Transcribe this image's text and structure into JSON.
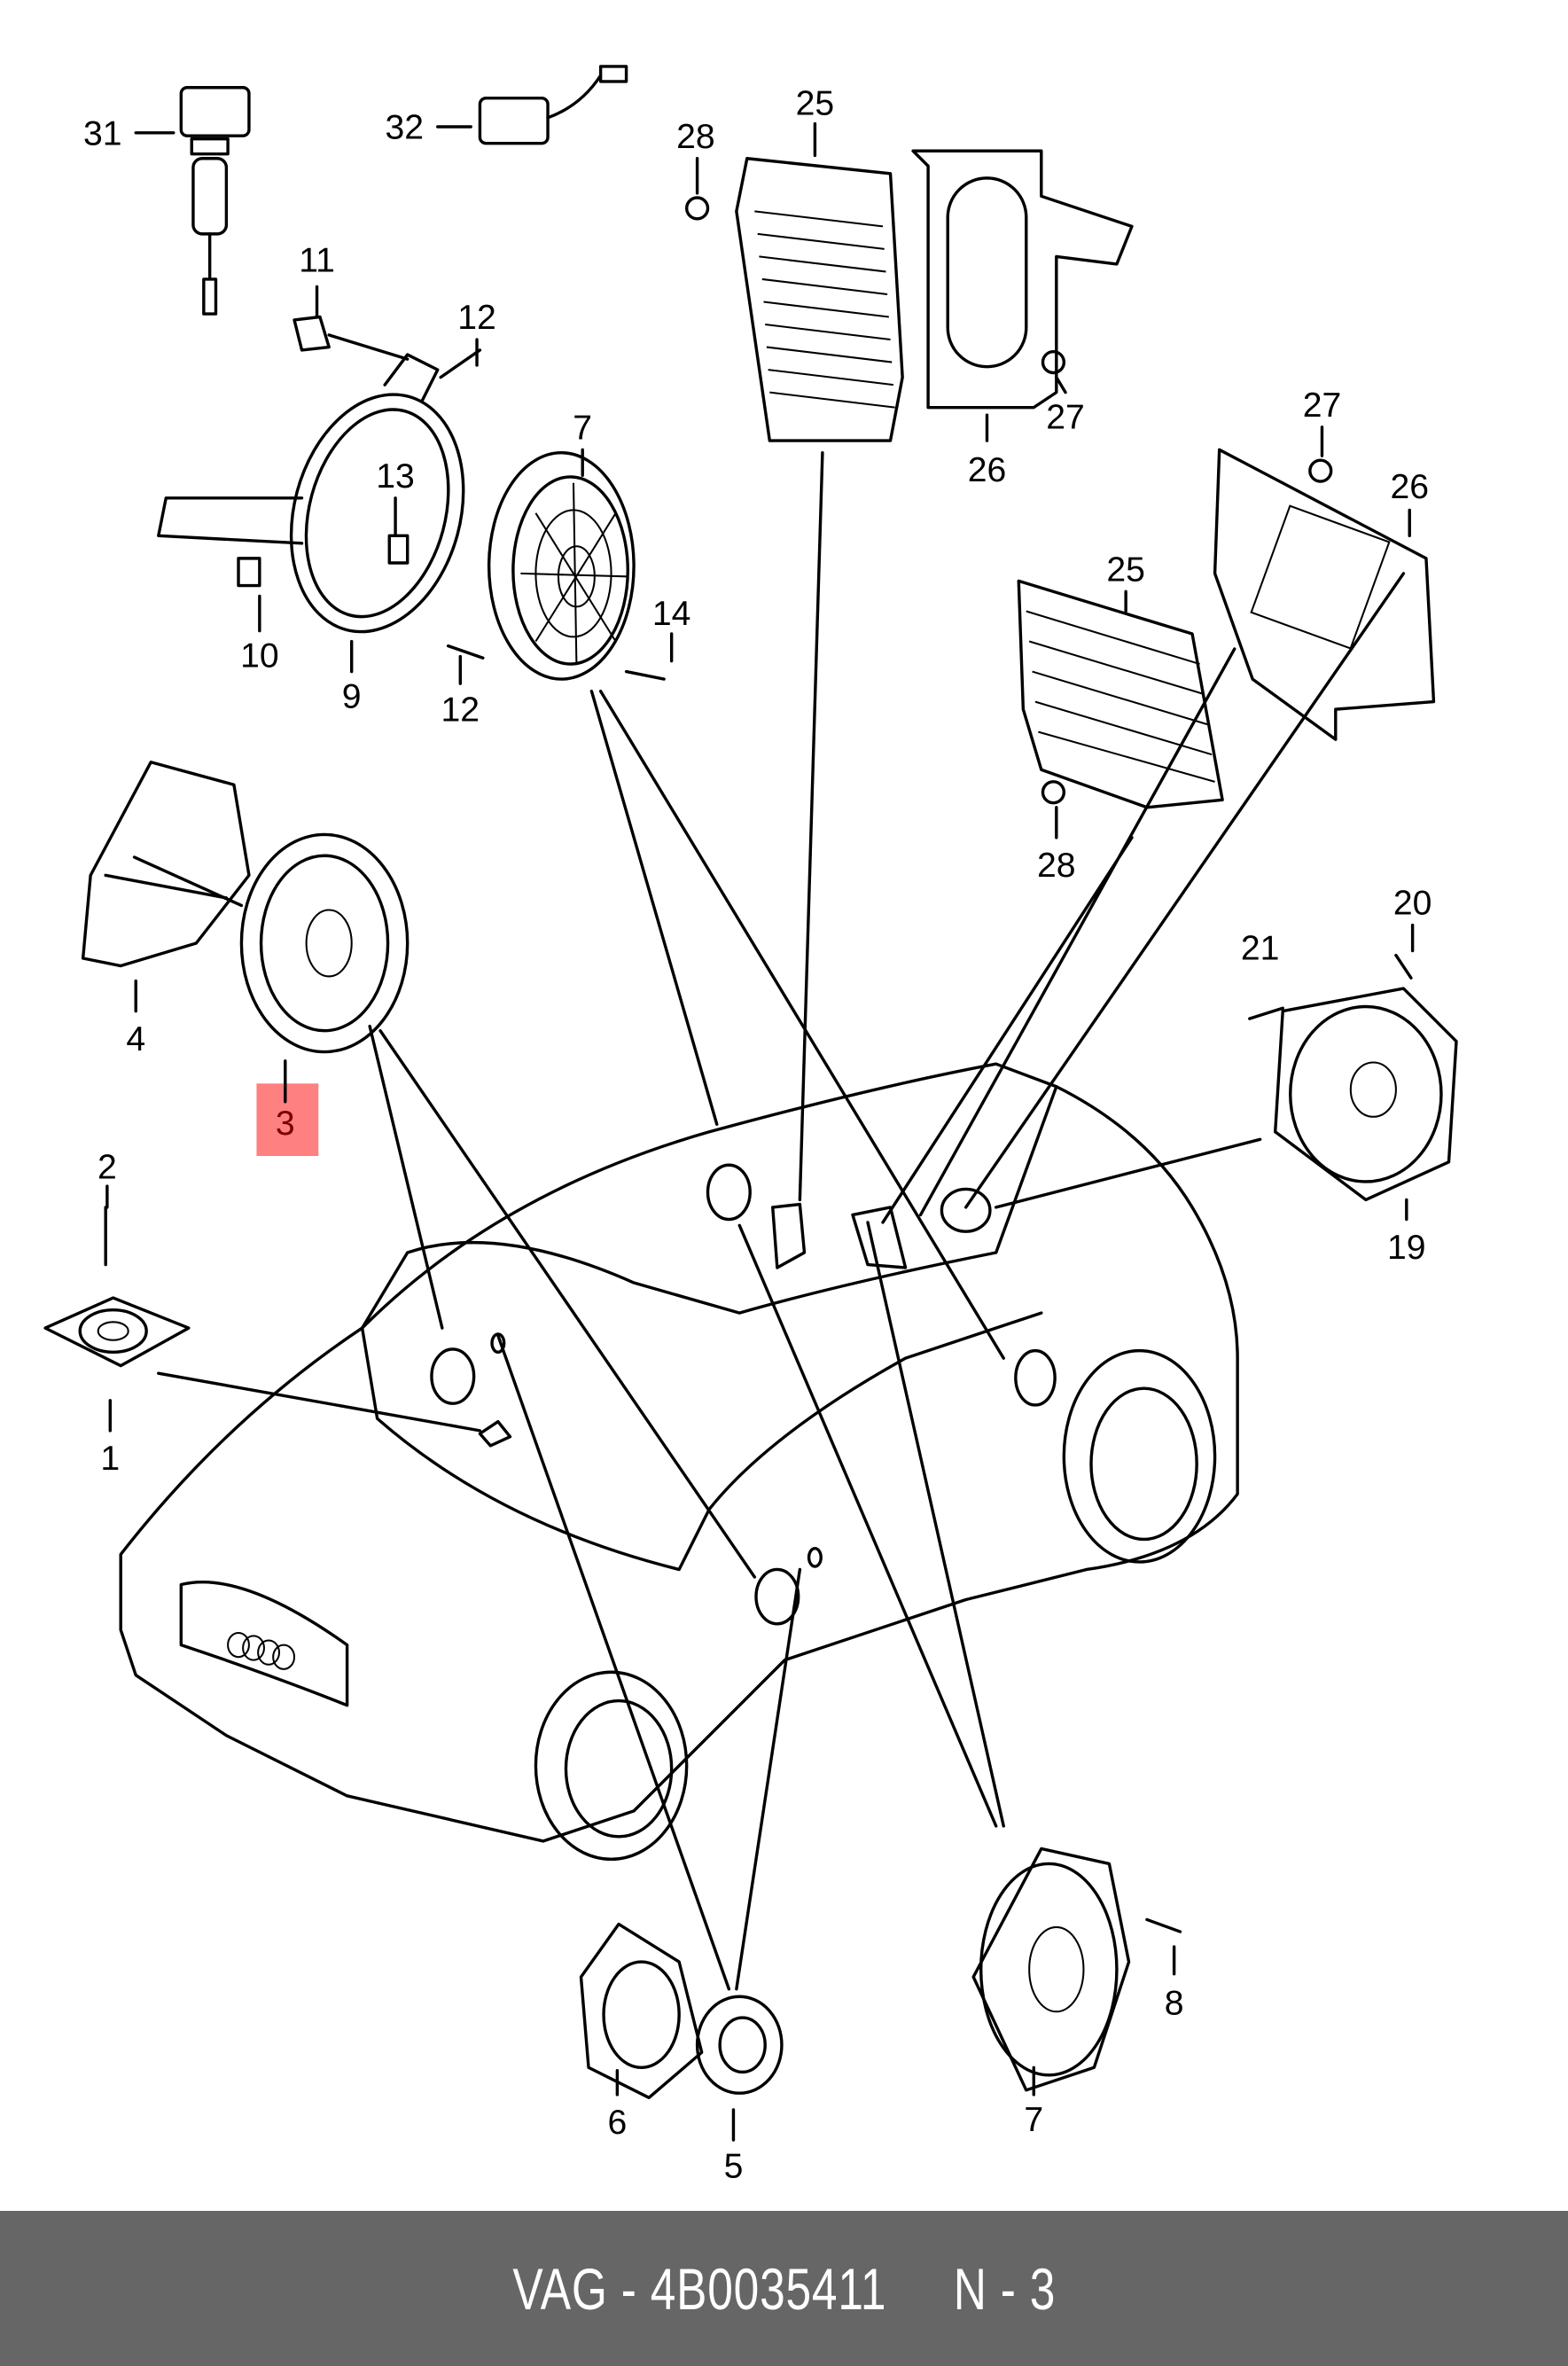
{
  "diagram": {
    "highlight_color": "#ff8080",
    "highlighted_part": "3",
    "labels": [
      "31",
      "32",
      "25",
      "28",
      "11",
      "12",
      "7",
      "13",
      "10",
      "9",
      "12",
      "14",
      "27",
      "26",
      "27",
      "26",
      "25",
      "28",
      "4",
      "3",
      "20",
      "21",
      "19",
      "2",
      "1",
      "8",
      "6",
      "5",
      "7"
    ]
  },
  "footer": {
    "text": "VAG - 4B0035411     N - 3",
    "background": "#666666"
  }
}
